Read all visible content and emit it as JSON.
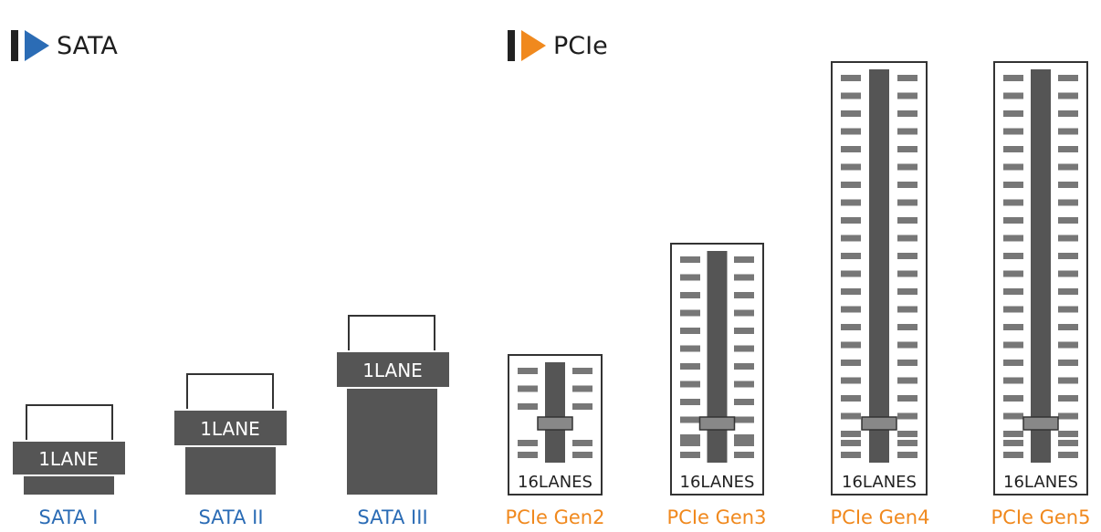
{
  "colors": {
    "sata_accent": "#2b6cb5",
    "pcie_accent": "#f0891e",
    "block_dark": "#555555",
    "block_light": "#cfcfcf",
    "pin": "#777777",
    "border": "#333333",
    "header_bar": "#222222",
    "lane_text": "#ffffff"
  },
  "headers": {
    "sata": {
      "title": "SATA",
      "icon": "play-arrow-icon"
    },
    "pcie": {
      "title": "PCIe",
      "icon": "play-arrow-icon"
    }
  },
  "sata_items": [
    {
      "label": "SATA I",
      "lane_text": "1LANE",
      "lanes": 1
    },
    {
      "label": "SATA II",
      "lane_text": "1LANE",
      "lanes": 1
    },
    {
      "label": "SATA III",
      "lane_text": "1LANE",
      "lanes": 1
    }
  ],
  "pcie_items": [
    {
      "label": "PCIe Gen2",
      "lane_text": "16LANES",
      "lanes": 16
    },
    {
      "label": "PCIe Gen3",
      "lane_text": "16LANES",
      "lanes": 16
    },
    {
      "label": "PCIe Gen4",
      "lane_text": "16LANES",
      "lanes": 16
    },
    {
      "label": "PCIe Gen5",
      "lane_text": "16LANES",
      "lanes": 16
    }
  ]
}
